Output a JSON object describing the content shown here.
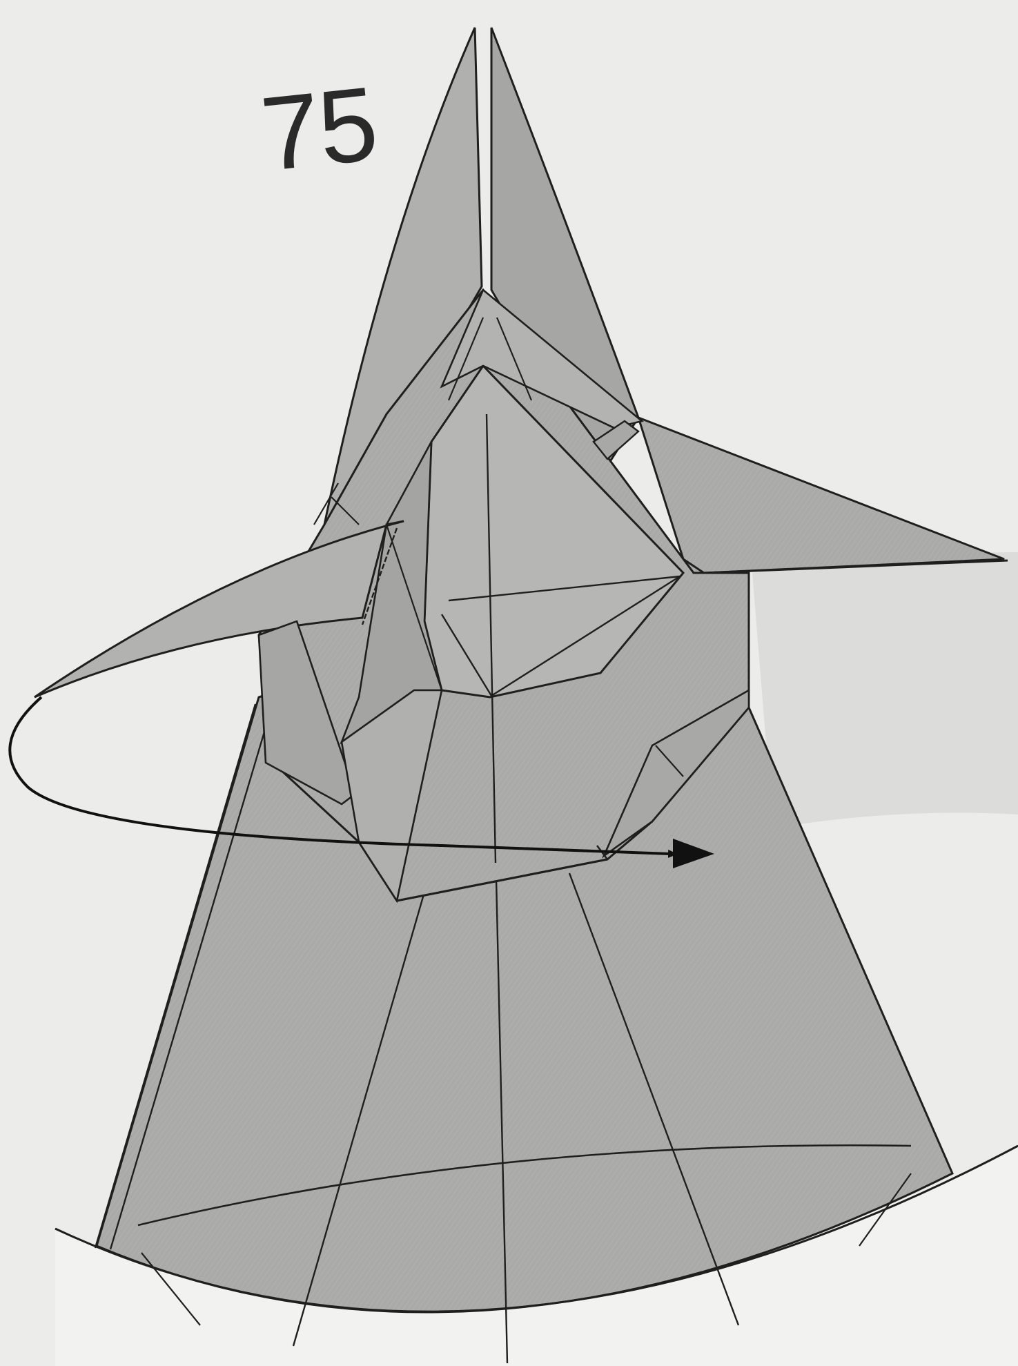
{
  "diagram": {
    "step_number": "75",
    "colors": {
      "background": "#ececea",
      "paper_fill": "#a9a9a7",
      "paper_fill_light": "#bdbdbb",
      "paper_fill_dark": "#9a9a98",
      "line": "#1f1f1f",
      "arrow": "#111111",
      "shadow": "#dcdcda"
    },
    "arrows": [
      {
        "type": "turn-over",
        "direction": "right"
      }
    ]
  }
}
